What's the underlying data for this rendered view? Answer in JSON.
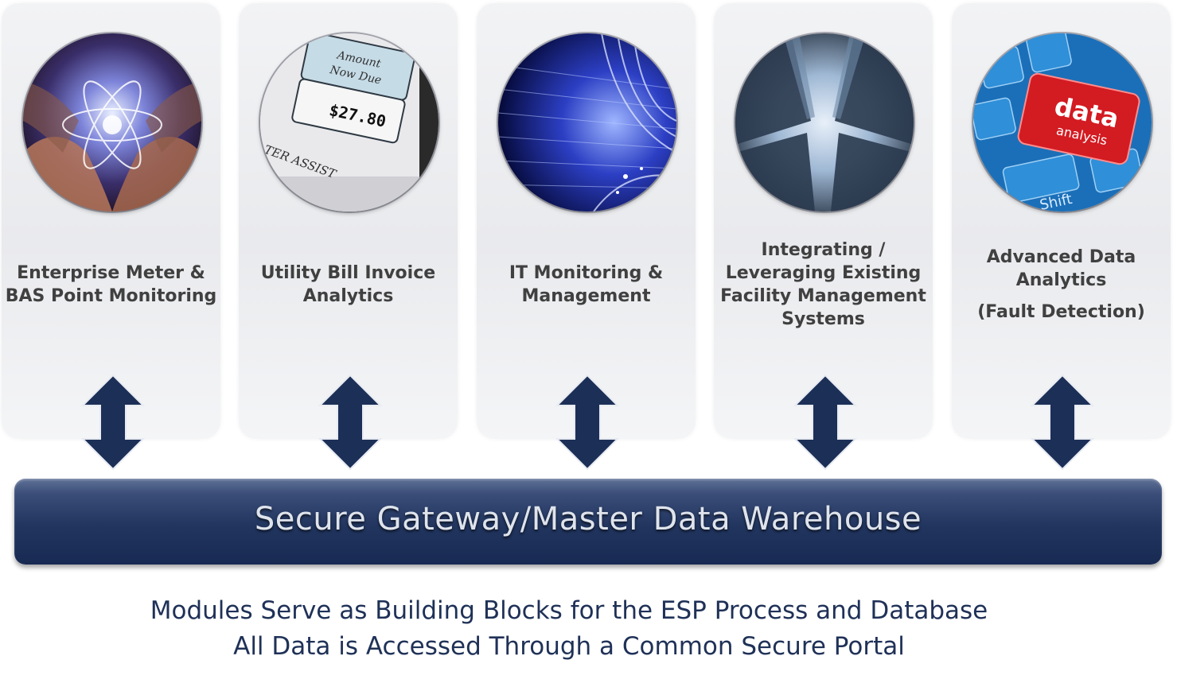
{
  "modules": [
    {
      "lines": [
        "Enterprise Meter &",
        "BAS Point Monitoring"
      ],
      "image_icon": "atom-in-hands-icon"
    },
    {
      "lines": [
        "Utility Bill Invoice",
        "Analytics"
      ],
      "image_icon": "utility-bill-icon",
      "image_text": {
        "amount_label_1": "Amount",
        "amount_label_2": "Now   Due",
        "amount_value": "$27.80",
        "footer": "TER ASSIST"
      }
    },
    {
      "lines": [
        "IT Monitoring &",
        "Management"
      ],
      "image_icon": "binary-network-icon"
    },
    {
      "lines": [
        "Integrating /",
        "Leveraging Existing",
        "Facility Management",
        "Systems"
      ],
      "image_icon": "skyscrapers-icon"
    },
    {
      "lines": [
        "Advanced Data",
        "Analytics",
        "(Fault Detection)"
      ],
      "image_icon": "data-analysis-key-icon",
      "image_text": {
        "key_line_1": "data",
        "key_line_2": "analysis",
        "shift": "Shift"
      }
    }
  ],
  "banner": {
    "title": "Secure Gateway/Master Data Warehouse"
  },
  "footer": {
    "line1": "Modules Serve as Building Blocks for the ESP Process and Database",
    "line2": "All Data is Accessed Through a Common Secure Portal"
  },
  "colors": {
    "arrow": "#1c2f57",
    "banner": "#21355f",
    "label": "#404040",
    "footer_text": "#1f3157"
  }
}
